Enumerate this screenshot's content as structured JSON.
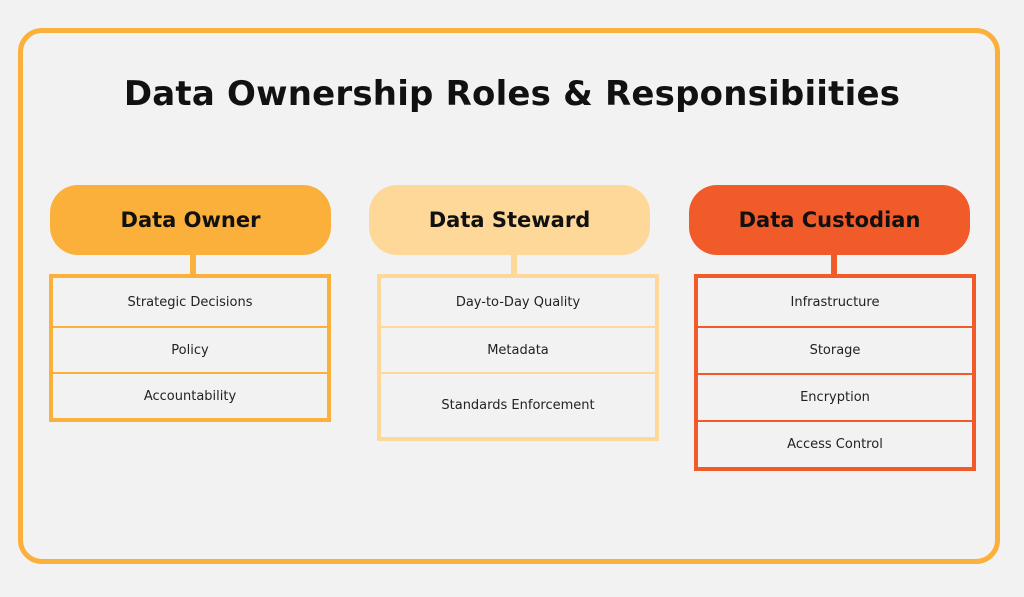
{
  "title": "Data Ownership Roles & Responsibiities",
  "colors": {
    "frame": "#fbb03b",
    "owner": "#fbb03b",
    "steward": "#fed899",
    "custodian": "#f15a29",
    "background": "#f2f2f2"
  },
  "roles": [
    {
      "label": "Data Owner",
      "items": [
        "Strategic Decisions",
        "Policy",
        "Accountability"
      ]
    },
    {
      "label": "Data Steward",
      "items": [
        "Day-to-Day Quality",
        "Metadata",
        "Standards Enforcement"
      ]
    },
    {
      "label": "Data Custodian",
      "items": [
        "Infrastructure",
        "Storage",
        "Encryption",
        "Access Control"
      ]
    }
  ]
}
